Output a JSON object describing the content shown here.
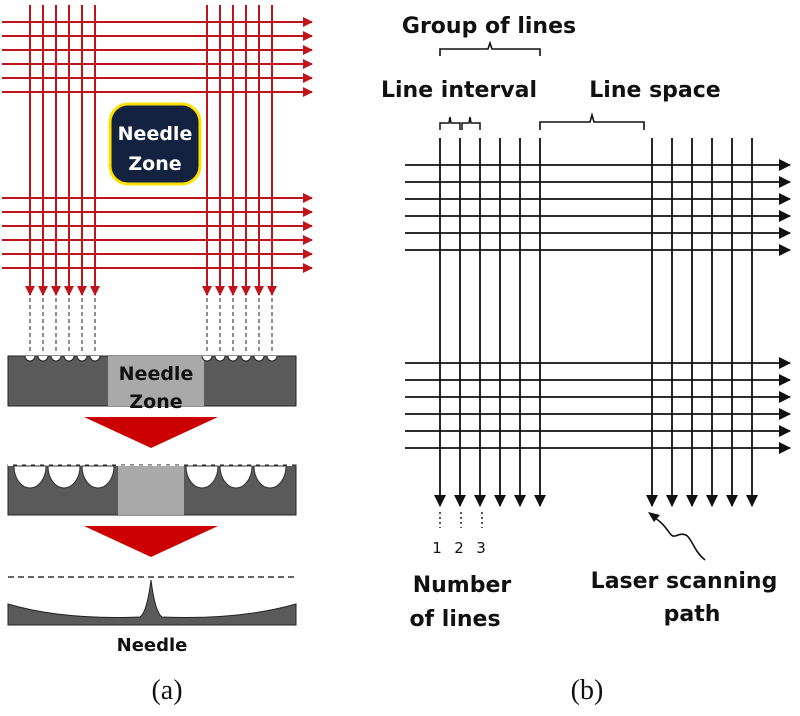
{
  "panel_a": {
    "needle_zone_top": [
      "Needle",
      "Zone"
    ],
    "needle_zone_bar": [
      "Needle",
      "Zone"
    ],
    "bottom_label": "Needle",
    "caption": "(a)",
    "colors": {
      "scan_lines": "#c0141c",
      "needle_zone_fill": "#13233f",
      "needle_zone_border": "#ffe100",
      "substrate_dark": "#5a5a5a",
      "substrate_light": "#a9a9a9",
      "arrow_fill": "#cc0000"
    }
  },
  "panel_b": {
    "group_of_lines": "Group of lines",
    "line_interval": "Line interval",
    "line_space": "Line space",
    "line_numbers": [
      "1",
      "2",
      "3"
    ],
    "number_of_lines": [
      "Number",
      "of lines"
    ],
    "laser_scanning_path": [
      "Laser scanning",
      "path"
    ],
    "caption": "(b)",
    "colors": {
      "lines": "#111111"
    }
  }
}
